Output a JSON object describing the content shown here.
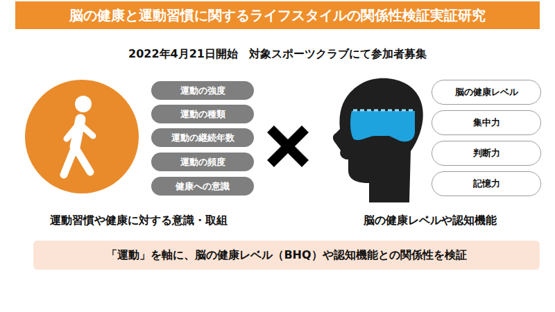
{
  "diagram": {
    "title": "脳の健康と運動習慣に関するライフスタイルの関係性検証実証研究",
    "nodes": [
      {
        "text": [
          "運動の強度"
        ]
      },
      {
        "text": [
          "運動の種類"
        ]
      },
      {
        "text": [
          "運動の継続年数"
        ]
      },
      {
        "text": [
          "運動の頻度"
        ]
      },
      {
        "text": [
          "健康への意識"
        ]
      },
      {
        "text": [
          "脳の健康レベル"
        ]
      },
      {
        "text": [
          "集中力"
        ]
      },
      {
        "text": [
          "判断力"
        ]
      },
      {
        "text": [
          "記憶力"
        ]
      },
      {
        "text": [
          "「運動」を軸に、脳の健康レベル（BHQ）や認知機能との関係性を検証"
        ]
      }
    ],
    "labels": [
      "2022年4月21日開始　対象スポーツクラブにて参加者募集",
      "運動習慣や健康に対する意識・取組",
      "脳の健康レベルや認知機能"
    ]
  }
}
